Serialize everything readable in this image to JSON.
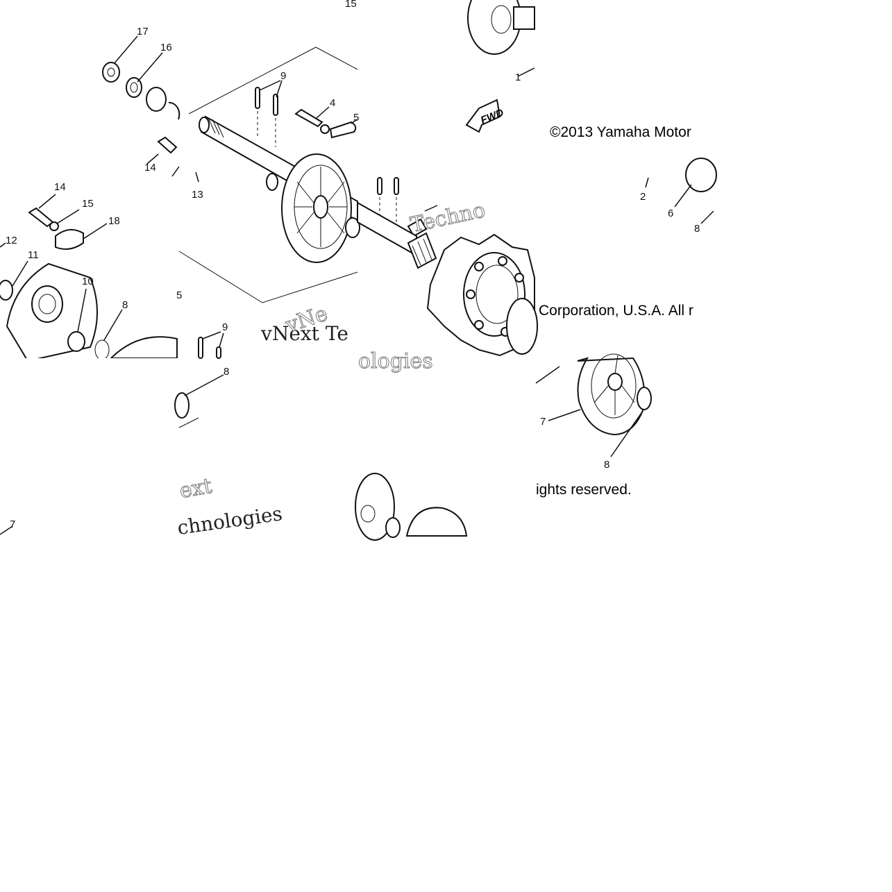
{
  "copyright": {
    "part1": "©2013 Yamaha Motor",
    "part2": "Corporation, U.S.A. All r",
    "part3": "ights reserved."
  },
  "watermark": {
    "fragment_a": "vNext Te",
    "fragment_b": "Techno",
    "fragment_c": "ologies",
    "fragment_d": "ext",
    "fragment_e": "chnologies",
    "fragment_f": "vNe"
  },
  "fwd_label": "FWD",
  "callouts": {
    "c15_top": "15",
    "c17": "17",
    "c16": "16",
    "c9_top": "9",
    "c4": "4",
    "c5_top": "5",
    "c14_a": "14",
    "c14_b": "14",
    "c15_mid": "15",
    "c13": "13",
    "c18": "18",
    "c12": "12",
    "c11": "11",
    "c10": "10",
    "c8_a": "8",
    "c5_mid": "5",
    "c9_mid": "9",
    "c8_b": "8",
    "c7_left": "7",
    "c1": "1",
    "c2": "2",
    "c6": "6",
    "c8_c": "8",
    "c7_right": "7",
    "c8_d": "8"
  },
  "colors": {
    "background": "#ffffff",
    "ink": "#111111"
  }
}
